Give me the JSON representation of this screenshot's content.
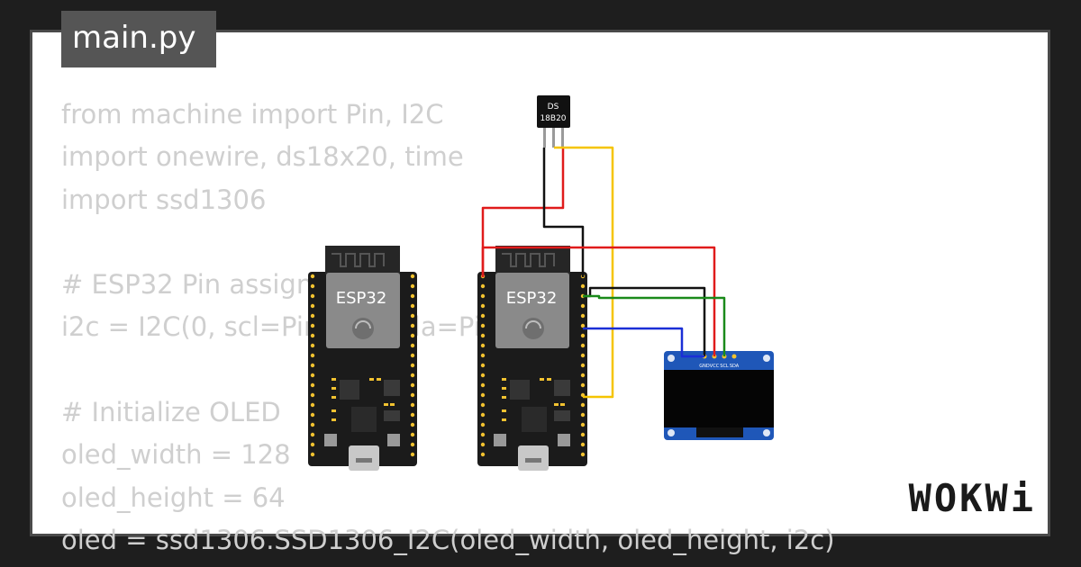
{
  "editor": {
    "filename": "main.py",
    "lines": [
      "from machine import Pin, I2C",
      "import onewire, ds18x20, time",
      "import ssd1306",
      "",
      "# ESP32 Pin assignment",
      "i2c = I2C(0, scl=Pin(22), sda=Pin(21))",
      "",
      "# Initialize OLED",
      "oled_width = 128",
      "oled_height = 64",
      "oled = ssd1306.SSD1306_I2C(oled_width, oled_height, i2c)"
    ]
  },
  "components": {
    "board_left_label": "ESP32",
    "board_right_label": "ESP32",
    "sensor_label_line1": "DS",
    "sensor_label_line2": "18B20",
    "oled_pins": [
      "GND",
      "VCC",
      "SCL",
      "SDA"
    ]
  },
  "brand": "WOKWi",
  "colors": {
    "wire_red": "#e01b1b",
    "wire_black": "#111111",
    "wire_green": "#1a8a1a",
    "wire_blue": "#1a2fd6",
    "wire_yellow": "#f5c400"
  }
}
